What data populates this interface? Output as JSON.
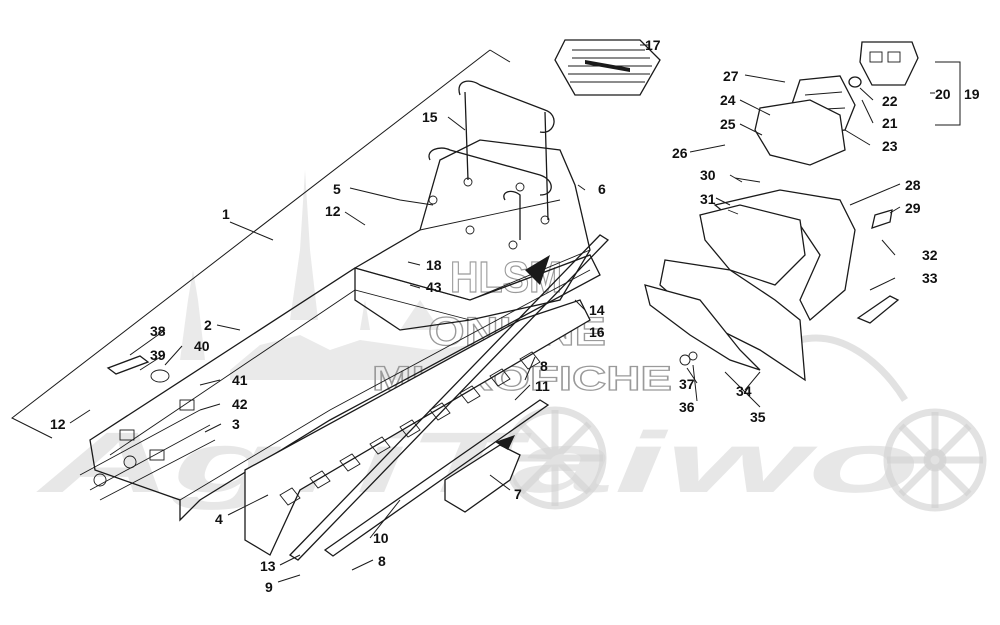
{
  "watermark": {
    "line1": "HLSM",
    "line2": "ONLINE",
    "line3": "MICROFICHE",
    "brand": "AgriTaiwo"
  },
  "callouts": [
    {
      "id": "1",
      "text": "1"
    },
    {
      "id": "2",
      "text": "2"
    },
    {
      "id": "3",
      "text": "3"
    },
    {
      "id": "4",
      "text": "4"
    },
    {
      "id": "5",
      "text": "5"
    },
    {
      "id": "6",
      "text": "6"
    },
    {
      "id": "7",
      "text": "7"
    },
    {
      "id": "8a",
      "text": "8"
    },
    {
      "id": "8b",
      "text": "8"
    },
    {
      "id": "9",
      "text": "9"
    },
    {
      "id": "10",
      "text": "10"
    },
    {
      "id": "11",
      "text": "11"
    },
    {
      "id": "12a",
      "text": "12"
    },
    {
      "id": "12b",
      "text": "12"
    },
    {
      "id": "13",
      "text": "13"
    },
    {
      "id": "14",
      "text": "14"
    },
    {
      "id": "15",
      "text": "15"
    },
    {
      "id": "16",
      "text": "16"
    },
    {
      "id": "17",
      "text": "17"
    },
    {
      "id": "18",
      "text": "18"
    },
    {
      "id": "19",
      "text": "19"
    },
    {
      "id": "20",
      "text": "20"
    },
    {
      "id": "21",
      "text": "21"
    },
    {
      "id": "22",
      "text": "22"
    },
    {
      "id": "23",
      "text": "23"
    },
    {
      "id": "24",
      "text": "24"
    },
    {
      "id": "25",
      "text": "25"
    },
    {
      "id": "26",
      "text": "26"
    },
    {
      "id": "27",
      "text": "27"
    },
    {
      "id": "28",
      "text": "28"
    },
    {
      "id": "29",
      "text": "29"
    },
    {
      "id": "30",
      "text": "30"
    },
    {
      "id": "31",
      "text": "31"
    },
    {
      "id": "32",
      "text": "32"
    },
    {
      "id": "33",
      "text": "33"
    },
    {
      "id": "34",
      "text": "34"
    },
    {
      "id": "35",
      "text": "35"
    },
    {
      "id": "36",
      "text": "36"
    },
    {
      "id": "37",
      "text": "37"
    },
    {
      "id": "38",
      "text": "38"
    },
    {
      "id": "39",
      "text": "39"
    },
    {
      "id": "40",
      "text": "40"
    },
    {
      "id": "41",
      "text": "41"
    },
    {
      "id": "42",
      "text": "42"
    },
    {
      "id": "43",
      "text": "43"
    }
  ]
}
